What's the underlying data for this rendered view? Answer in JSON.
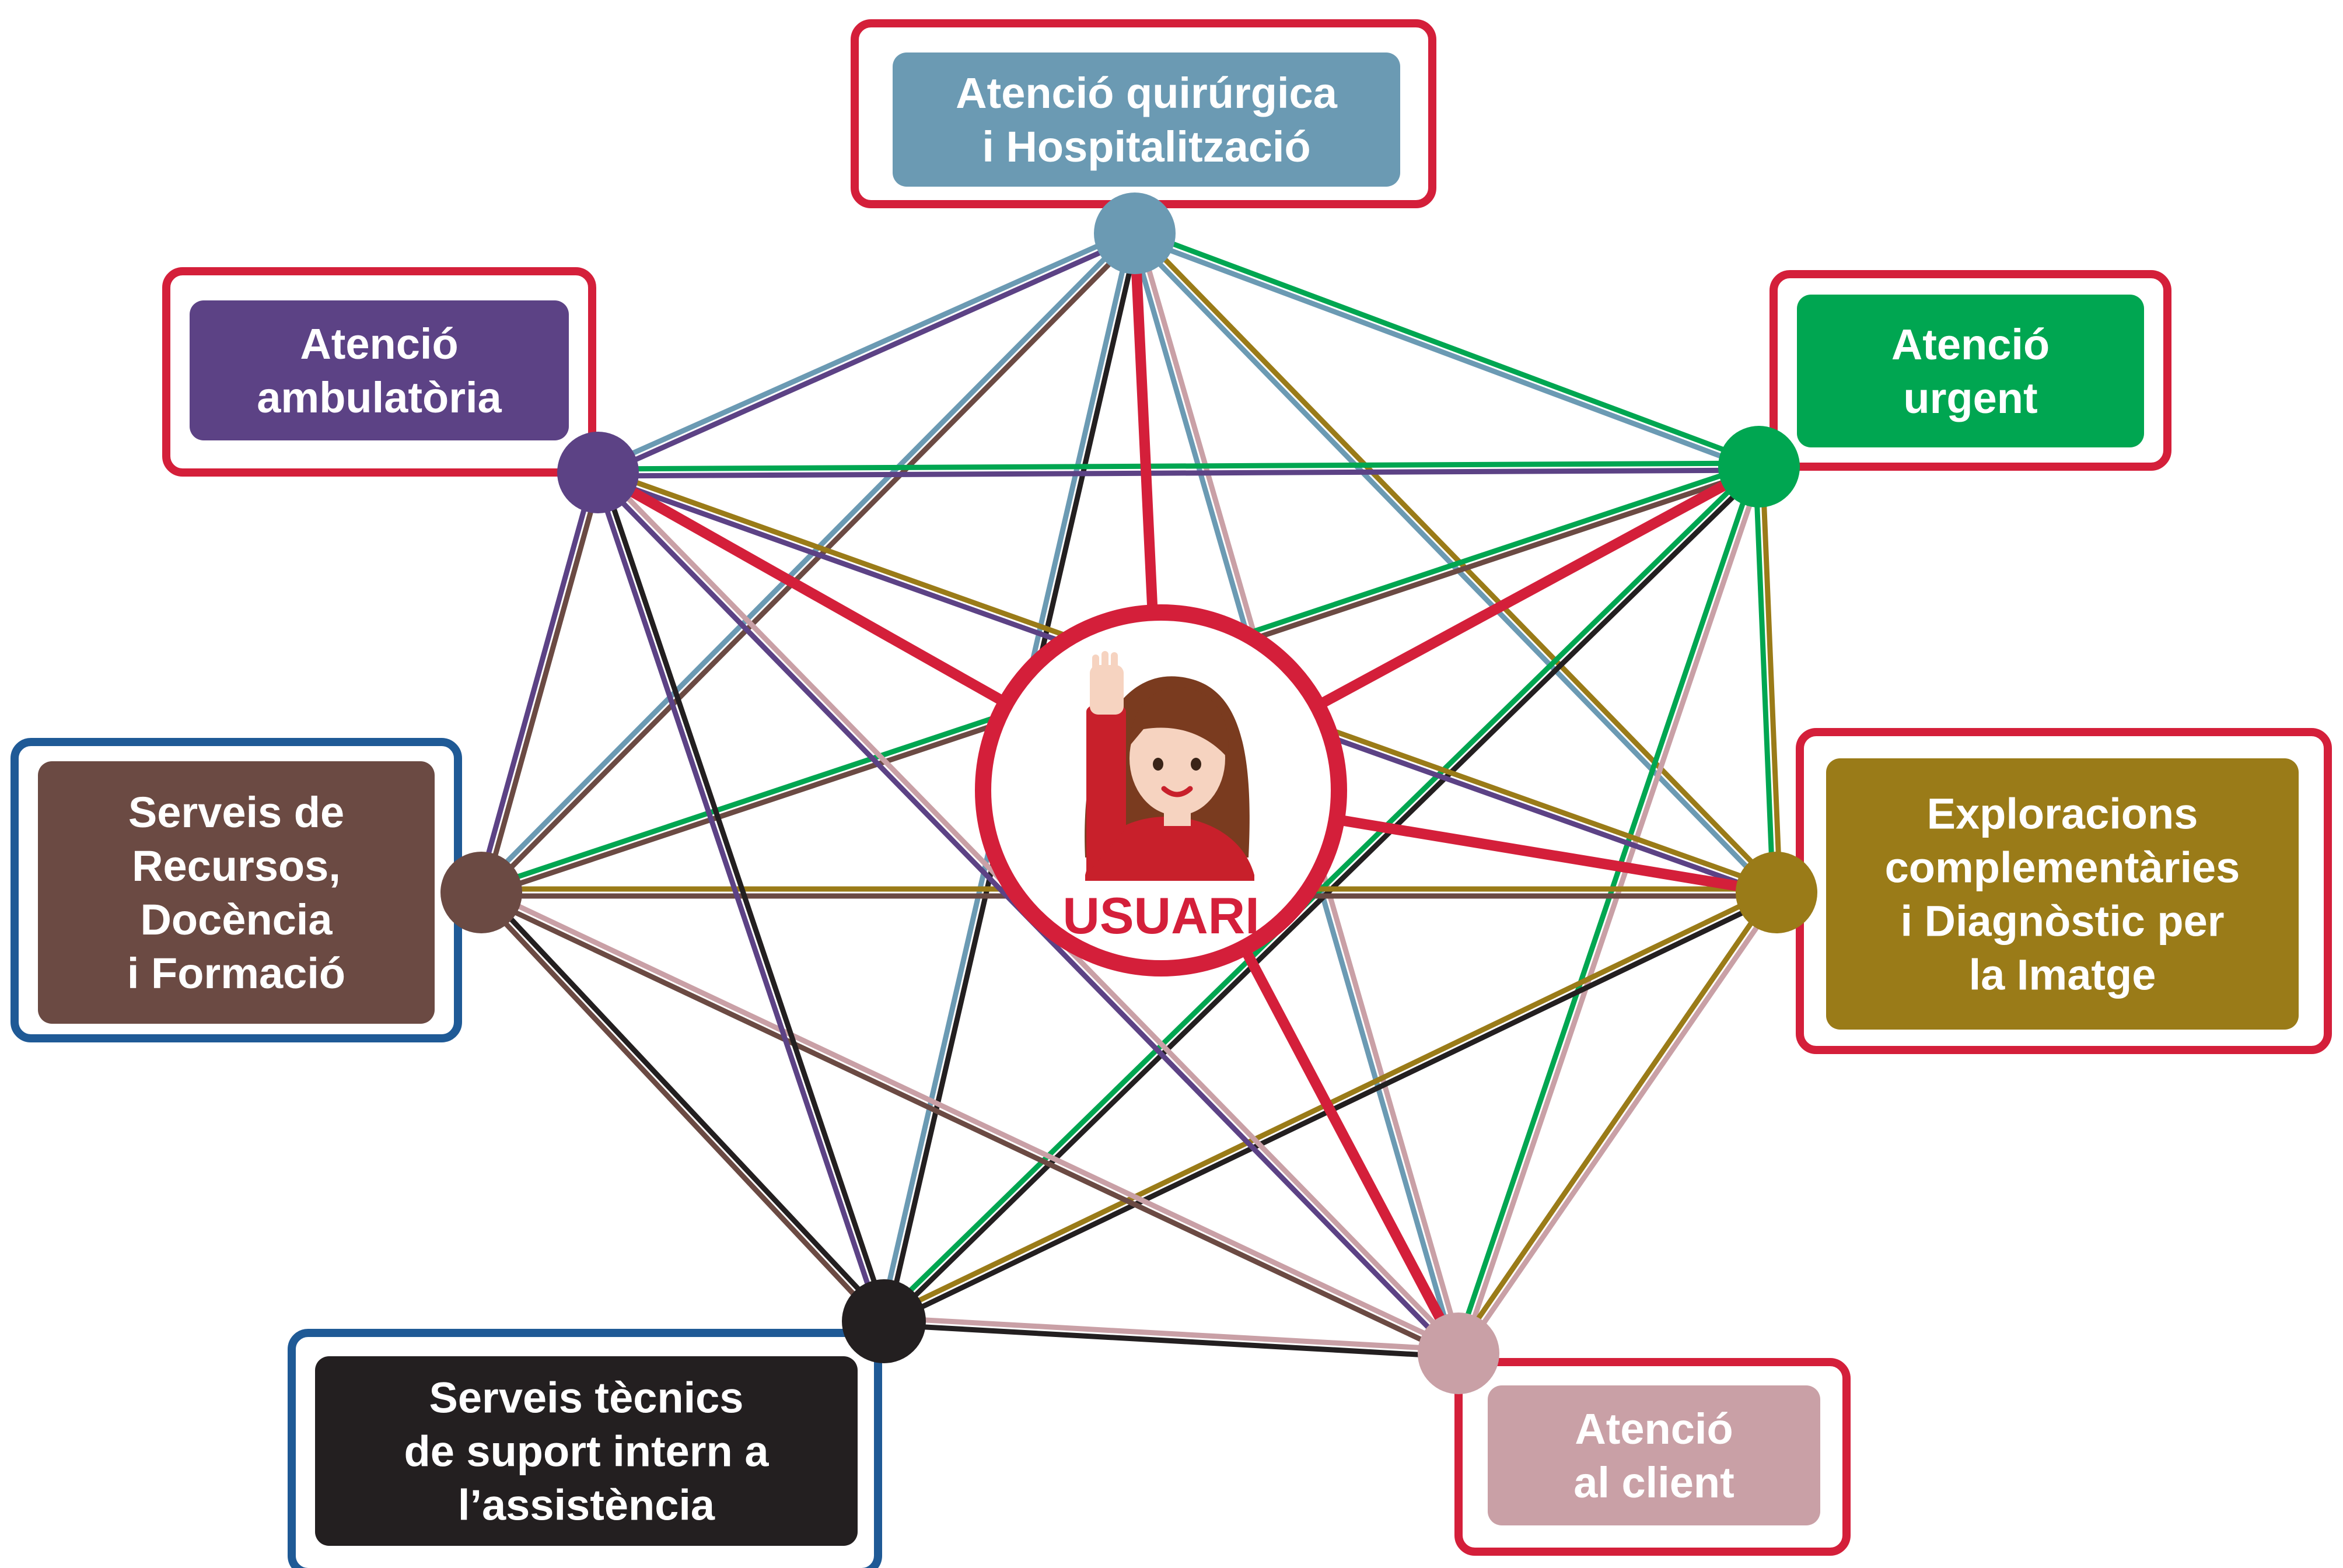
{
  "center": {
    "label": "USUARI",
    "color": "#d41f3a",
    "icon": "person-raising-hand-icon"
  },
  "nodes": [
    {
      "id": "quirurgica",
      "lines": [
        "Atenció quirúrgica",
        "i Hospitalització"
      ],
      "color": "#6b9ab3",
      "frame_color": "#d41f3a",
      "linked_to_user": true
    },
    {
      "id": "urgent",
      "lines": [
        "Atenció",
        "urgent"
      ],
      "color": "#00a651",
      "frame_color": "#d41f3a",
      "linked_to_user": true
    },
    {
      "id": "exploracions",
      "lines": [
        "Exploracions",
        "complementàries",
        "i Diagnòstic per",
        "la Imatge"
      ],
      "color": "#9a7b18",
      "frame_color": "#d41f3a",
      "linked_to_user": true
    },
    {
      "id": "client",
      "lines": [
        "Atenció",
        "al client"
      ],
      "color": "#c9a0a6",
      "frame_color": "#d41f3a",
      "linked_to_user": true
    },
    {
      "id": "tecnics",
      "lines": [
        "Serveis tècnics",
        "de suport intern a",
        "l’assistència"
      ],
      "color": "#231f20",
      "frame_color": "#1f5a96",
      "linked_to_user": false
    },
    {
      "id": "recursos",
      "lines": [
        "Serveis de",
        "Recursos,",
        "Docència",
        "i Formació"
      ],
      "color": "#6b4a43",
      "frame_color": "#1f5a96",
      "linked_to_user": false
    },
    {
      "id": "ambulatoria",
      "lines": [
        "Atenció",
        "ambulatòria"
      ],
      "color": "#5c4285",
      "frame_color": "#d41f3a",
      "linked_to_user": true
    }
  ]
}
